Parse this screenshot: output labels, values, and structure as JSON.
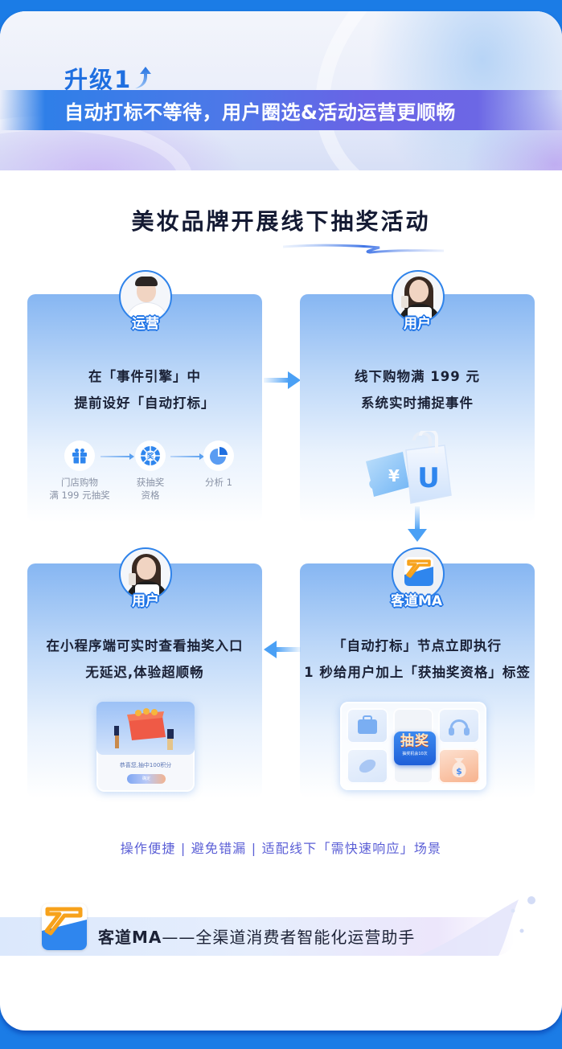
{
  "hero": {
    "title": "升级1",
    "subtitle": "自动打标不等待，用户圈选&活动运营更顺畅"
  },
  "section": {
    "title": "美妆品牌开展线下抽奖活动"
  },
  "steps": [
    {
      "role": "运营",
      "lines": [
        "在「事件引擎」中",
        "提前设好「自动打标」"
      ],
      "flow": [
        {
          "icon": "gift-icon",
          "label_lines": [
            "门店购物",
            "满 199 元抽奖"
          ]
        },
        {
          "icon": "prize-wheel-icon",
          "badge": "奖",
          "label_lines": [
            "获抽奖",
            "资格"
          ]
        },
        {
          "icon": "pie-chart-icon",
          "label_lines": [
            "分析 1"
          ]
        }
      ]
    },
    {
      "role": "用户",
      "lines": [
        "线下购物满 199 元",
        "系统实时捕捉事件"
      ],
      "illustration": {
        "icon": "shopping-bag-icon",
        "bag_letter": "U",
        "ticket_symbol": "¥"
      }
    },
    {
      "role": "客道MA",
      "lines": [
        "「自动打标」节点立即执行",
        "1 秒给用户加上「获抽奖资格」标签"
      ],
      "illustration": {
        "big_text": "抽奖",
        "small_text": "抽奖机会10次"
      }
    },
    {
      "role": "用户",
      "lines": [
        "在小程序端可实时查看抽奖入口",
        "无延迟,体验超顺畅"
      ],
      "illustration": {
        "message": "恭喜您,抽中100积分",
        "button": "确定"
      }
    }
  ],
  "benefits": "操作便捷 | 避免错漏 | 适配线下「需快速响应」场景",
  "footer": {
    "brand": "客道MA",
    "tagline": "——全渠道消费者智能化运营助手"
  },
  "colors": {
    "page_bg": "#1b7ce6",
    "accent_blue": "#1f6fe0",
    "benefit_purple": "#5b5fd6",
    "heading_dark": "#141a33"
  }
}
